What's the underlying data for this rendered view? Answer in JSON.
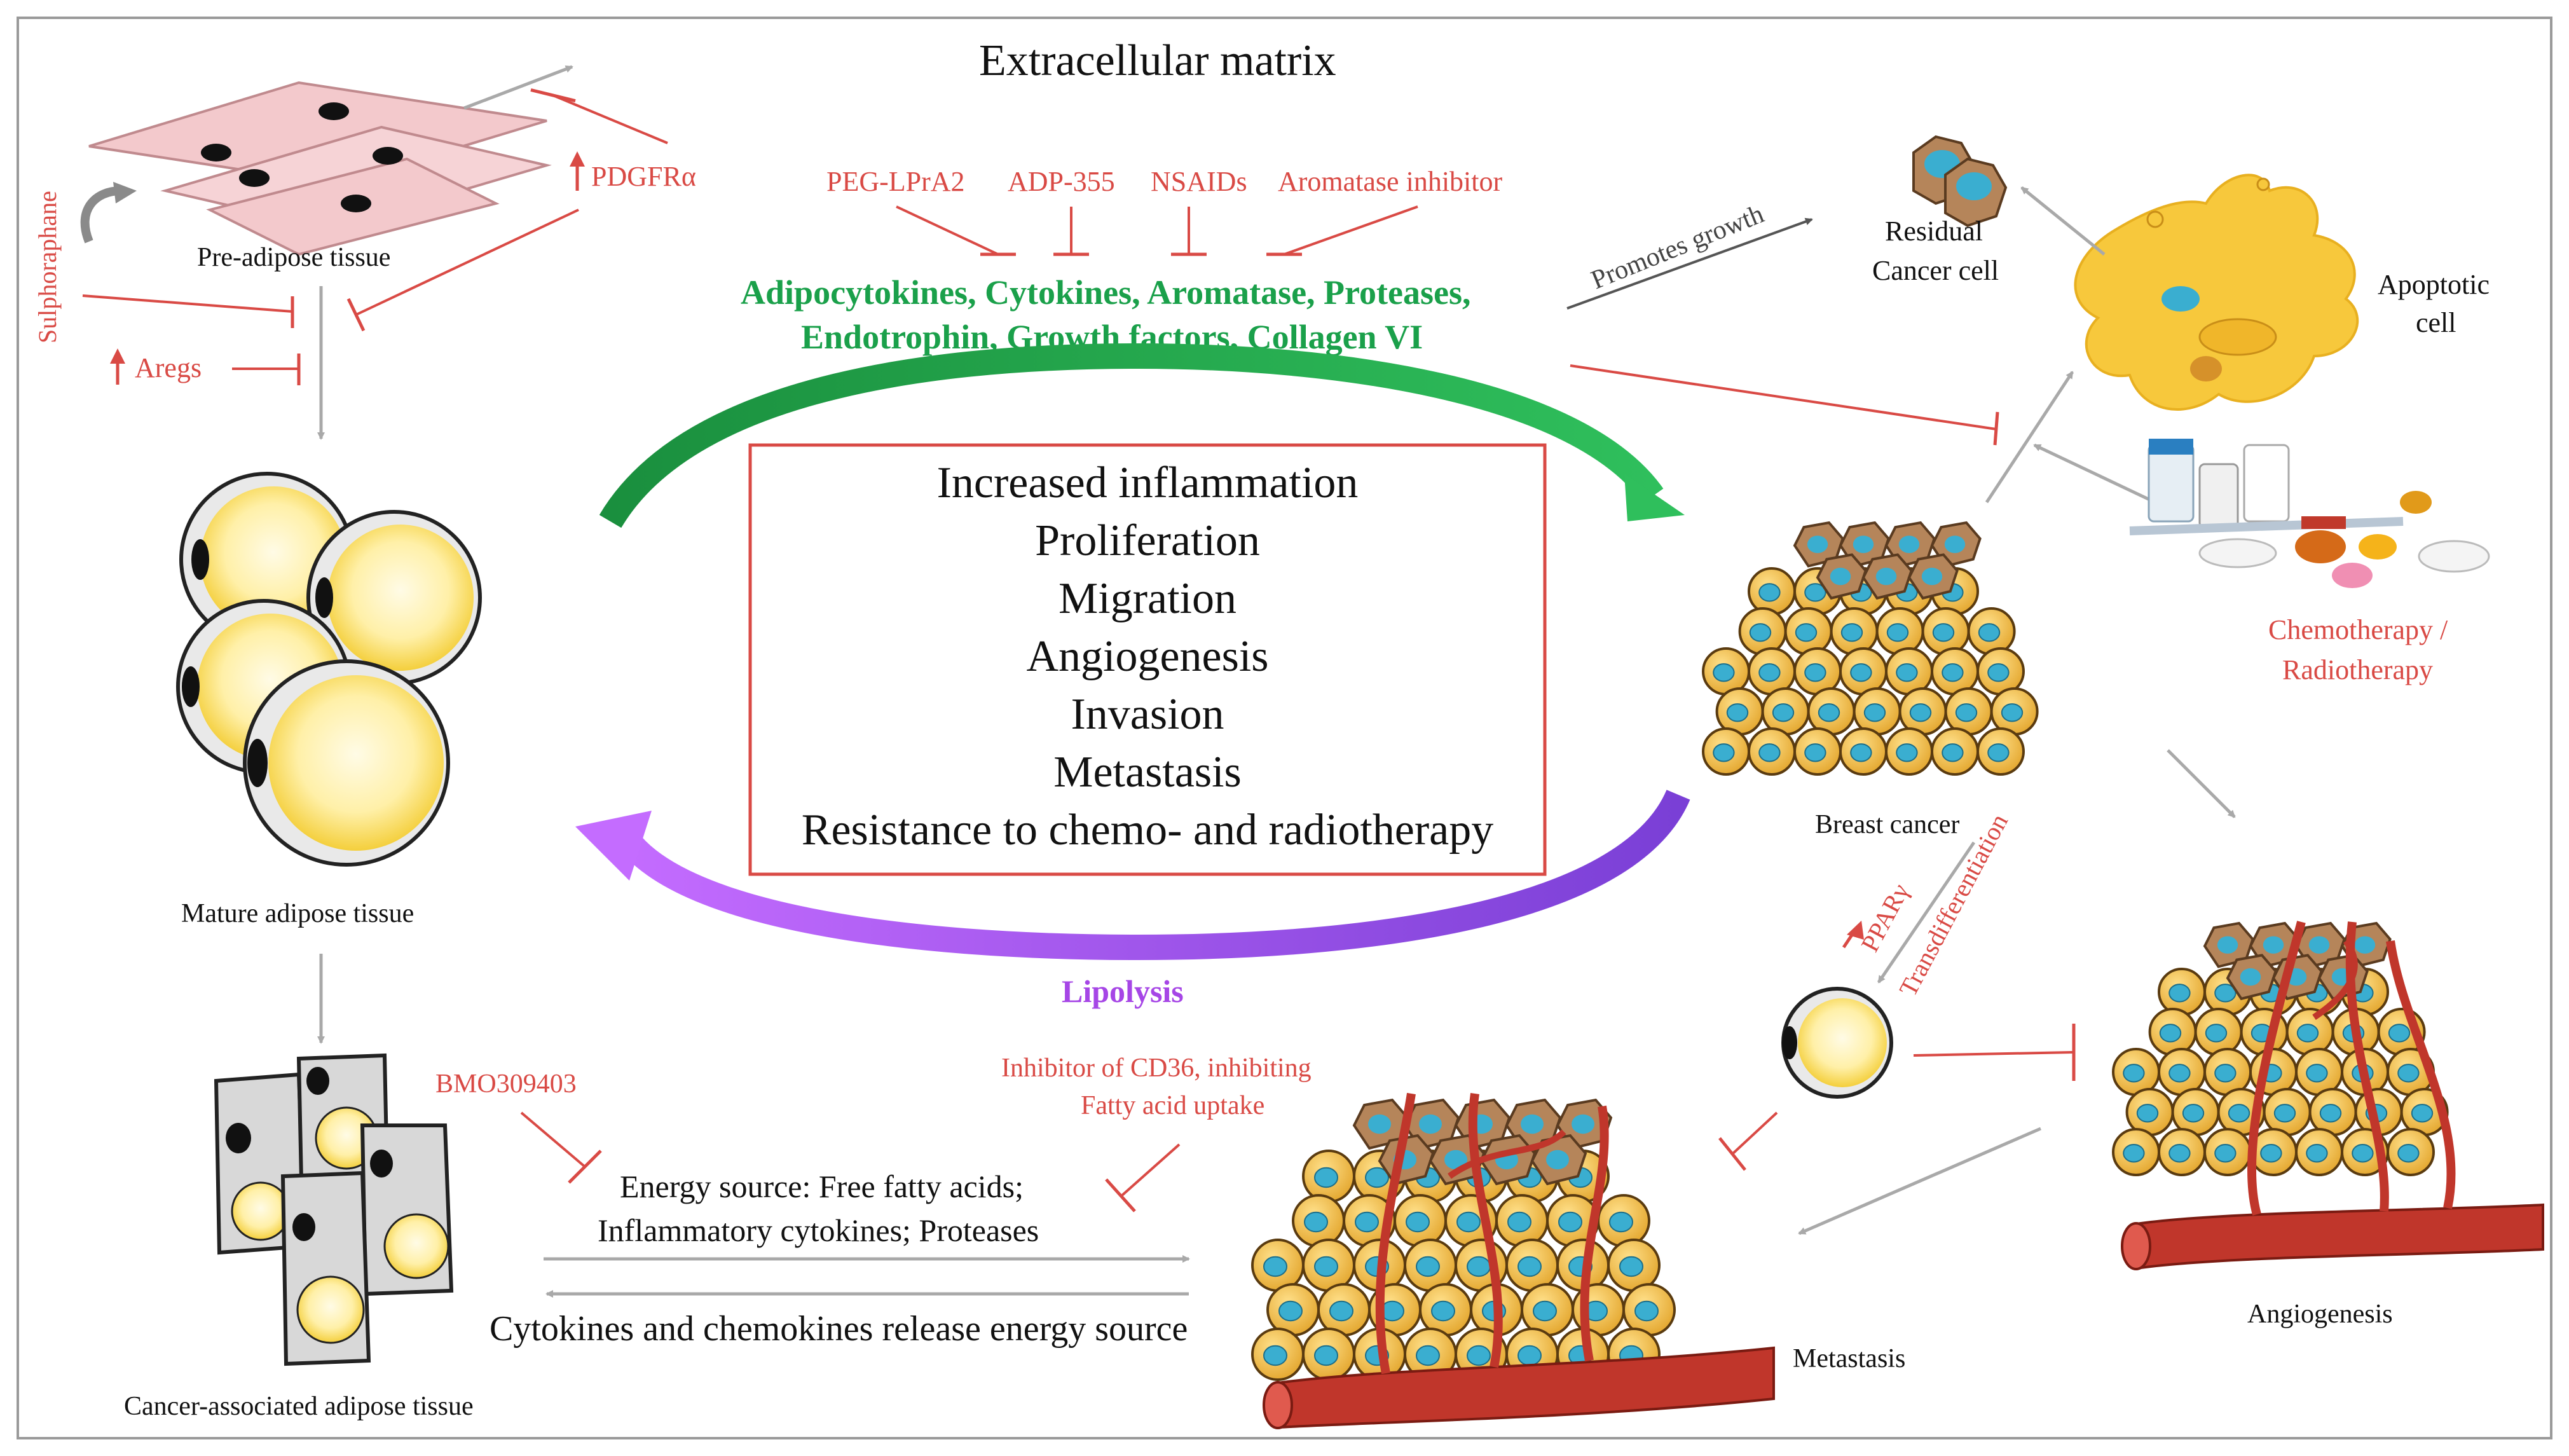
{
  "labels": {
    "extracellular_matrix": "Extracellular matrix",
    "pre_adipose": "Pre-adipose tissue",
    "sulphoraphane": "Sulphoraphane",
    "pdgfra": "PDGFRα",
    "aregs": "Aregs",
    "mature_adipose": "Mature adipose tissue",
    "bmo": "BMO309403",
    "caat": "Cancer-associated adipose tissue",
    "energy_line1": "Energy source: Free fatty acids;",
    "energy_line2": "Inflammatory cytokines; Proteases",
    "cytokines_release": "Cytokines and chemokines release energy source",
    "cd36_line1": "Inhibitor of CD36, inhibiting",
    "cd36_line2": "Fatty acid uptake",
    "lipolysis": "Lipolysis",
    "metastasis": "Metastasis",
    "angiogenesis": "Angiogenesis",
    "breast_cancer": "Breast cancer",
    "pparg": "PPARγ",
    "transdiff": "Transdifferentiation",
    "residual_line1": "Residual",
    "residual_line2": "Cancer cell",
    "apoptotic_line1": "Apoptotic",
    "apoptotic_line2": "cell",
    "promotes_growth": "Promotes growth",
    "chemo_line1": "Chemotherapy /",
    "chemo_line2": "Radiotherapy"
  },
  "inhibitors": [
    "PEG-LPrA2",
    "ADP-355",
    "NSAIDs",
    "Aromatase inhibitor"
  ],
  "factors": {
    "line1": "Adipocytokines, Cytokines, Aromatase, Proteases,",
    "line2": "Endotrophin, Growth factors, Collagen VI"
  },
  "effects": [
    "Increased inflammation",
    "Proliferation",
    "Migration",
    "Angiogenesis",
    "Invasion",
    "Metastasis",
    "Resistance to chemo- and radiotherapy"
  ],
  "colors": {
    "red": "#d94a45",
    "green": "#1aa04a",
    "purple": "#a646e6",
    "yolk": "#ffe27a",
    "cell": "#f2b640",
    "nucleus": "#3aaed0",
    "tumor": "#b5855a",
    "vessel": "#c0362b"
  }
}
